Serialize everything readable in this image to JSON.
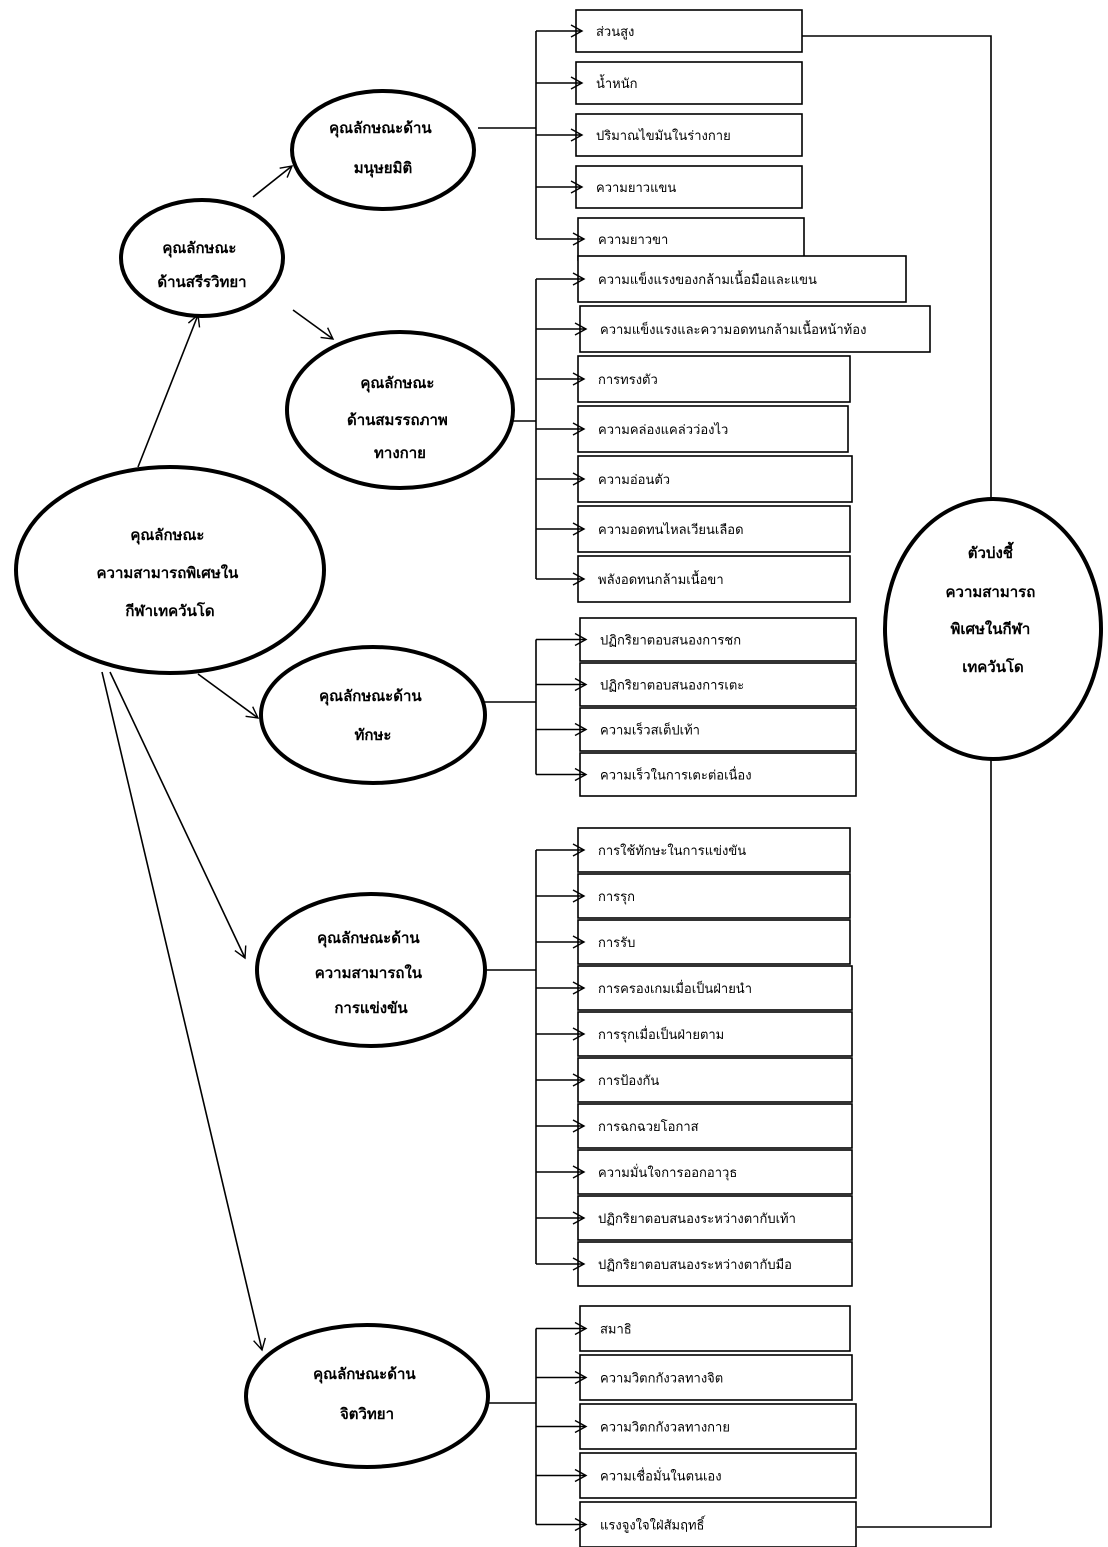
{
  "root": {
    "lines": [
      "คุณลักษณะ",
      "ความสามารถพิเศษใน",
      "กีฬาเทควันโด"
    ]
  },
  "indicator": {
    "lines": [
      "ตัวบ่งชี้",
      "ความสามารถ",
      "พิเศษในกีฬา",
      "เทควันโด"
    ]
  },
  "physiology": {
    "lines": [
      "คุณลักษณะ",
      "ด้านสรีรวิทยา"
    ]
  },
  "anthropometry": {
    "lines": [
      "คุณลักษณะด้าน",
      "มนุษยมิติ"
    ],
    "items": [
      "ส่วนสูง",
      "น้ำหนัก",
      "ปริมาณไขมันในร่างกาย",
      "ความยาวแขน",
      "ความยาวขา"
    ]
  },
  "fitness": {
    "lines": [
      "คุณลักษณะ",
      "ด้านสมรรถภาพ",
      "ทางกาย"
    ],
    "items": [
      "ความแข็งแรงของกล้ามเนื้อมือและแขน",
      "ความแข็งแรงและความอดทนกล้ามเนื้อหน้าท้อง",
      "การทรงตัว",
      "ความคล่องแคล่วว่องไว",
      "ความอ่อนตัว",
      "ความอดทนไหลเวียนเลือด",
      "พลังอดทนกล้ามเนื้อขา"
    ]
  },
  "skill": {
    "lines": [
      "คุณลักษณะด้าน",
      "ทักษะ"
    ],
    "items": [
      "ปฏิกริยาตอบสนองการชก",
      "ปฏิกริยาตอบสนองการเตะ",
      "ความเร็วสเต็ปเท้า",
      "ความเร็วในการเตะต่อเนื่อง"
    ]
  },
  "competition": {
    "lines": [
      "คุณลักษณะด้าน",
      "ความสามารถใน",
      "การแข่งขัน"
    ],
    "items": [
      "การใช้ทักษะในการแข่งขัน",
      "การรุก",
      "การรับ",
      "การครองเกมเมื่อเป็นฝ่ายนำ",
      "การรุกเมื่อเป็นฝ่ายตาม",
      "การป้องกัน",
      "การฉกฉวยโอกาส",
      "ความมั่นใจการออกอาวุธ",
      "ปฏิกริยาตอบสนองระหว่างตากับเท้า",
      "ปฏิกริยาตอบสนองระหว่างตากับมือ"
    ]
  },
  "psychology": {
    "lines": [
      "คุณลักษณะด้าน",
      "จิตวิทยา"
    ],
    "items": [
      "สมาธิ",
      "ความวิตกกังวลทางจิต",
      "ความวิตกกังวลทางกาย",
      "ความเชื่อมั่นในตนเอง",
      "แรงจูงใจใฝ่สัมฤทธิ์"
    ]
  }
}
